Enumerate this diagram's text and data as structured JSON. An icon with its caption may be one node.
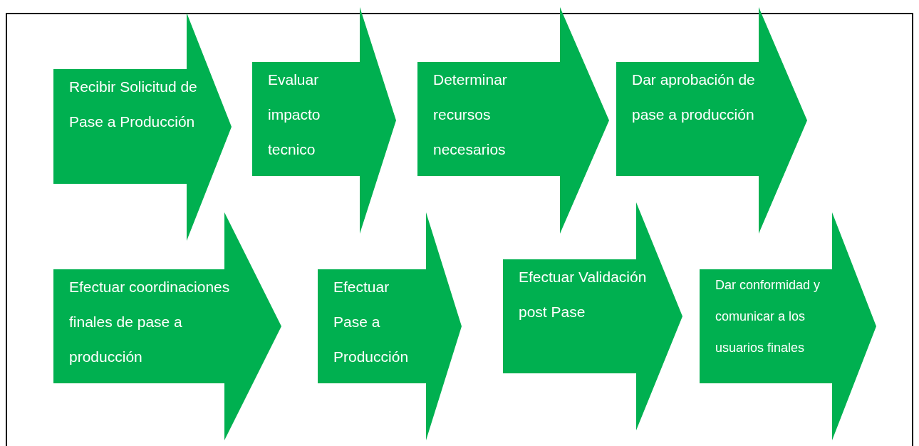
{
  "diagram": {
    "nodes": [
      {
        "text": [
          "Recibir Solicitud de Pase a Producción"
        ]
      },
      {
        "text": [
          "Evaluar impacto tecnico"
        ]
      },
      {
        "text": [
          "Determinar recursos necesarios"
        ]
      },
      {
        "text": [
          "Dar aprobación de pase a producción"
        ]
      },
      {
        "text": [
          "Efectuar coordinaciones finales de pase a producción"
        ]
      },
      {
        "text": [
          "Efectuar Pase a Producción"
        ]
      },
      {
        "text": [
          "Efectuar Validación post Pase"
        ]
      },
      {
        "text": [
          "Dar conformidad y comunicar a los usuarios finales"
        ]
      }
    ]
  }
}
